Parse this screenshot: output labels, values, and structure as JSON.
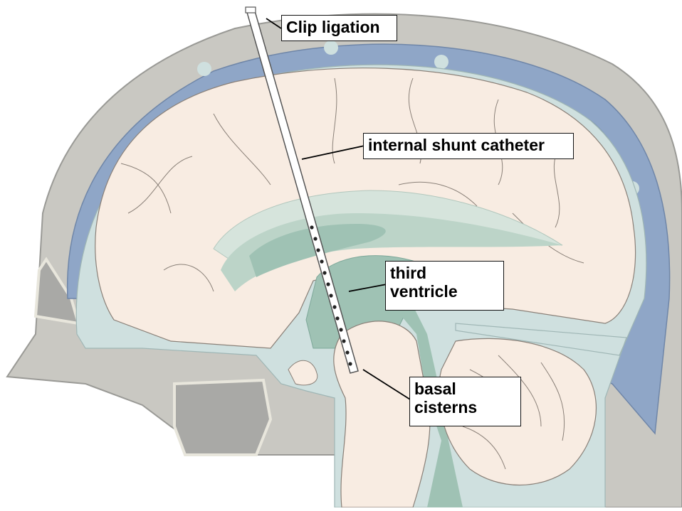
{
  "labels": {
    "clip": "Clip ligation",
    "catheter": "internal shunt catheter",
    "ventricle_line1": "third",
    "ventricle_line2": "ventricle",
    "cistern_line1": "basal",
    "cistern_line2": "cisterns"
  },
  "colors": {
    "skull": "#c9c8c2",
    "skull_dark": "#a9a9a6",
    "sinus": "#8fa6c7",
    "csf": "#cfe0df",
    "brain": "#f8ece2",
    "ventricle": "#9fc2b4",
    "outline": "#333333"
  }
}
